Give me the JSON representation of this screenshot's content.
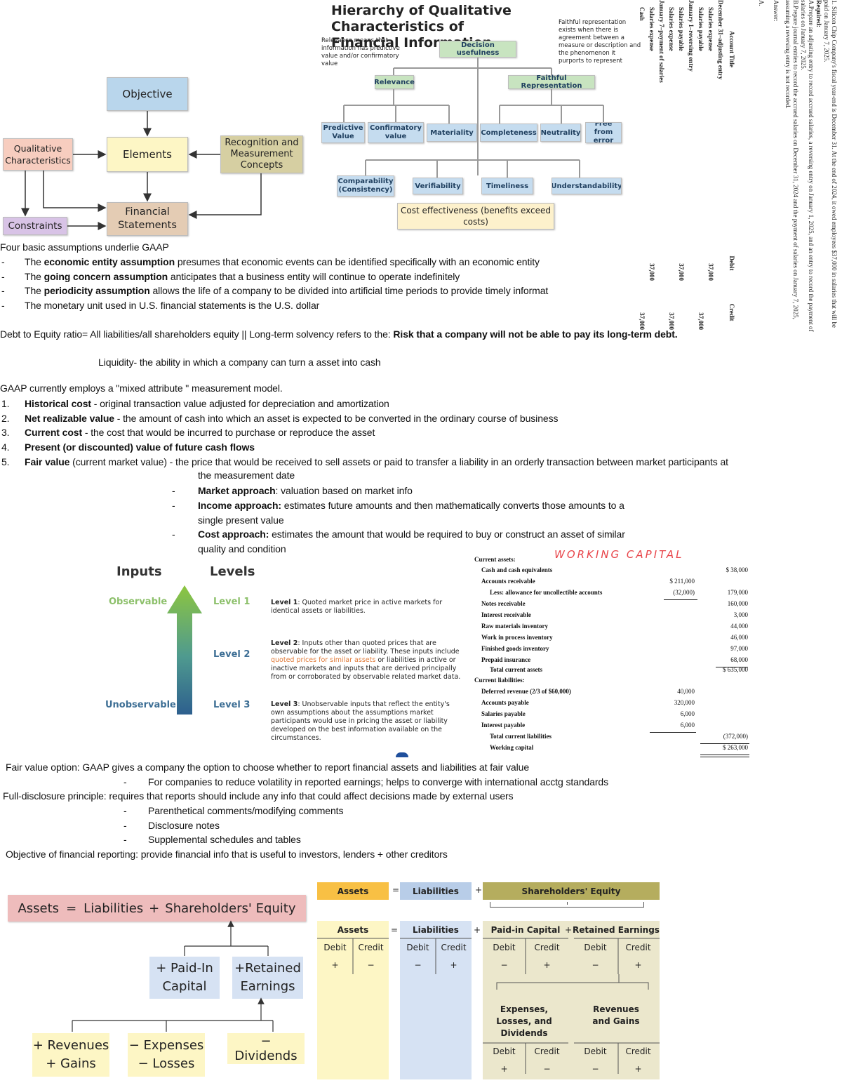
{
  "framework": {
    "objective": "Objective",
    "qualitative": "Qualitative Characteristics",
    "elements": "Elements",
    "recognition": "Recognition and Measurement Concepts",
    "constraints": "Constraints",
    "financial_statements": "Financial Statements"
  },
  "hierarchy": {
    "title_line1": "Hierarchy of Qualitative Characteristics of",
    "title_line2": "Financial Information",
    "relevance_note": "Relevance means that information has predictive value and/or confirmatory value",
    "faithful_note": "Faithful representation exists when there is agreement between a measure or description and the phenomenon it purports to represent",
    "decision": "Decision usefulness",
    "relevance": "Relevance",
    "faithful": "Faithful Representation",
    "predictive": "Predictive Value",
    "confirmatory": "Confirmatory value",
    "materiality": "Materiality",
    "completeness": "Completeness",
    "neutrality": "Neutrality",
    "free_error": "Free from error",
    "comparability": "Comparability (Consistency)",
    "verifiability": "Verifiability",
    "timeliness": "Timeliness",
    "understandability": "Understandability",
    "cost": "Cost effectiveness (benefits exceed costs)"
  },
  "journal": {
    "problem": "1. Silicon Chip Company's fiscal year-end is December 31. At the end of 2024, it owed employees $37,000 in salaries that will be paid on January 7, 2025.",
    "required": "Required:",
    "req_a": "A.Prepare an adjusting entry to record accrued salaries, a reversing entry on January 1, 2025, and an entry to record the payment of salaries on January 7, 2025.",
    "req_b": "B.Prepare journal entries to record the accrued salaries on December 31, 2024 and the payment of salaries on January 7, 2025, assuming a reversing entry is not recorded.",
    "answer": "Answer:",
    "part": "A.",
    "col_title": "Account Title",
    "col_debit": "Debit",
    "col_credit": "Credit",
    "rows": [
      {
        "title": "December 31–adjusting entry",
        "debit": "",
        "credit": ""
      },
      {
        "title": "Salaries expense",
        "debit": "37,000",
        "credit": ""
      },
      {
        "title": "Salaries payable",
        "debit": "",
        "credit": "37,000"
      },
      {
        "title": "January 1–reversing entry",
        "debit": "",
        "credit": ""
      },
      {
        "title": "Salaries payable",
        "debit": "37,000",
        "credit": ""
      },
      {
        "title": "Salaries expense",
        "debit": "",
        "credit": "37,000"
      },
      {
        "title": "January 7–payment of salaries",
        "debit": "",
        "credit": ""
      },
      {
        "title": "Salaries expense",
        "debit": "37,000",
        "credit": ""
      },
      {
        "title": "Cash",
        "debit": "",
        "credit": "37,000"
      }
    ]
  },
  "notes": {
    "assumptions_intro": "Four basic assumptions underlie GAAP",
    "a1_pre": "The ",
    "a1_bold": "economic entity assumption",
    "a1_post": " presumes that economic events can be identified specifically with an economic entity",
    "a2_pre": "The ",
    "a2_bold": "going concern assumption",
    "a2_post": " anticipates that a business entity will continue to operate indefinitely",
    "a3_pre": "The ",
    "a3_bold": "periodicity assumption",
    "a3_post": " allows the life of a company to be divided into artificial time periods to provide timely informat",
    "a4": "The monetary unit used in U.S. financial statements is the U.S. dollar",
    "debt_pre": "Debt to Equity ratio= All liabilities/all shareholders equity || Long-term solvency refers to the: ",
    "debt_bold": "Risk that a company will not be able to pay its long-term debt.",
    "liquidity": "Liquidity- the ability in which a company can turn a asset into cash",
    "mixed": "GAAP currently employs a \"mixed attribute \" measurement model.",
    "m1_bold": "Historical cost",
    "m1_post": " - original transaction value adjusted for depreciation and amortization",
    "m2_bold": "Net realizable value",
    "m2_post": " - the amount of cash into which an asset is expected to be converted in the ordinary course of business",
    "m3_bold": "Current cost",
    "m3_post": " - the cost that would be incurred to purchase or reproduce the asset",
    "m4_bold": "Present (or discounted) value of future cash flows",
    "m5_bold": "Fair value",
    "m5_post": " (current market value) - the price that would be received to sell assets or paid to transfer a liability in an orderly transaction between market participants at",
    "m5_cont": "the measurement date",
    "market_bold": "Market approach",
    "market_post": ": valuation based on market info",
    "income_bold": "Income approach:",
    "income_post": " estimates future amounts and then mathematically converts those amounts to a",
    "income_cont": "single present value",
    "cost_bold": "Cost approach:",
    "cost_post": " estimates the amount that would be required to buy or construct an asset of similar",
    "cost_cont": "quality and condition",
    "fv_option": "Fair value option: GAAP gives a company the option to choose whether to report financial assets and liabilities at fair value",
    "fv_sub": "For companies to reduce volatility in reported earnings; helps to converge with international acctg standards",
    "full_disc": "Full-disclosure principle: requires that reports should include any info that could affect decisions made by external users",
    "fd1": "Parenthetical comments/modifying comments",
    "fd2": "Disclosure notes",
    "fd3": "Supplemental schedules and tables",
    "objective": "Objective of financial reporting: provide financial info that is useful to investors, lenders + other creditors",
    "nums": [
      "1.",
      "2.",
      "3.",
      "4.",
      "5."
    ],
    "dash": "-"
  },
  "levels": {
    "inputs": "Inputs",
    "levels": "Levels",
    "observable": "Observable",
    "unobservable": "Unobservable",
    "l1": "Level 1",
    "l2": "Level 2",
    "l3": "Level 3",
    "l1_bold": "Level 1",
    "l1_text": ": Quoted market price in active markets for identical assets or liabilities.",
    "l2_bold": "Level 2",
    "l2_text_a": ": Inputs other than quoted prices that are observable for the asset or liability. These inputs include ",
    "l2_orange": "quoted prices for similar assets",
    "l2_text_b": " or liabilities in active or inactive markets and inputs that are derived principally from or corroborated by observable related market data.",
    "l3_bold": "Level 3",
    "l3_text": ": Unobservable inputs that reflect the entity's own assumptions about the assumptions market participants would use in pricing the asset or liability developed on the best information available on the circumstances."
  },
  "working_capital": {
    "handwritten": "WORKING CAPITAL",
    "current_assets": "Current assets:",
    "cash": "Cash and cash equivalents",
    "cash_v": "$ 38,000",
    "ar": "Accounts receivable",
    "ar_v": "$ 211,000",
    "allow": "Less: allowance for uncollectible accounts",
    "allow_v": "(32,000)",
    "ar_net": "179,000",
    "notes": "Notes receivable",
    "notes_v": "160,000",
    "interest": "Interest receivable",
    "interest_v": "3,000",
    "raw": "Raw materials inventory",
    "raw_v": "44,000",
    "wip": "Work in process inventory",
    "wip_v": "46,000",
    "fg": "Finished goods inventory",
    "fg_v": "97,000",
    "prepaid": "Prepaid insurance",
    "prepaid_v": "68,000",
    "tca": "Total current assets",
    "tca_v": "$ 635,000",
    "current_liab": "Current liabilities:",
    "deferred": "Deferred revenue (2/3 of $60,000)",
    "deferred_v": "40,000",
    "ap": "Accounts payable",
    "ap_v": "320,000",
    "sal": "Salaries payable",
    "sal_v": "6,000",
    "intp": "Interest payable",
    "intp_v": "6,000",
    "tcl": "Total current liabilities",
    "tcl_v": "(372,000)",
    "wc": "Working capital",
    "wc_v": "$ 263,000"
  },
  "equation": {
    "assets": "Assets",
    "eq": "=",
    "liabilities": "Liabilities",
    "plus": "+",
    "equity": "Shareholders' Equity",
    "paid_in": "+ Paid-In Capital",
    "retained": "+Retained Earnings",
    "revenues": "+ Revenues + Gains",
    "expenses": "− Expenses − Losses",
    "dividends": "− Dividends"
  },
  "taccounts": {
    "assets": "Assets",
    "liabilities": "Liabilities",
    "equity": "Shareholders' Equity",
    "paid_in": "Paid-in Capital",
    "retained": "Retained Earnings",
    "debit": "Debit",
    "credit": "Credit",
    "expenses": "Expenses, Losses, and Dividends",
    "revenues": "Revenues and Gains",
    "plus": "+",
    "minus": "−",
    "eq": "="
  }
}
